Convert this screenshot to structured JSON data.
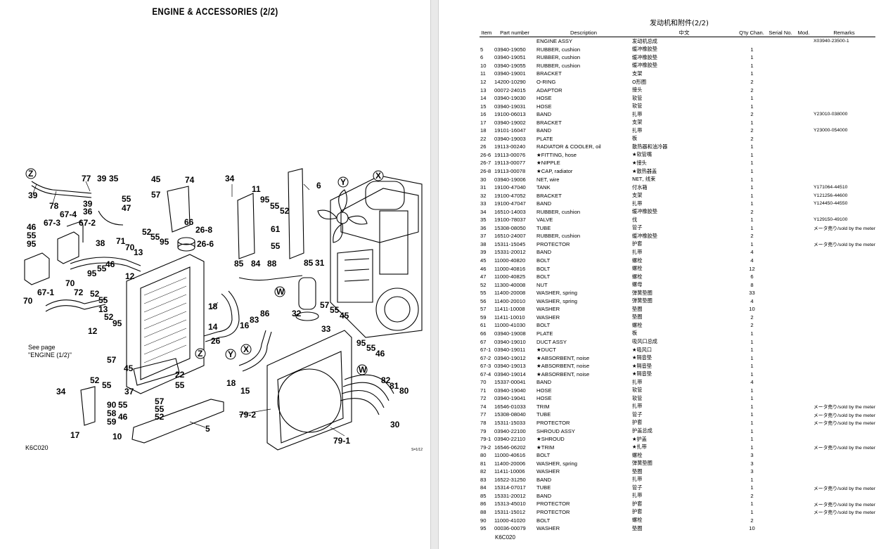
{
  "diagram": {
    "title": "ENGINE & ACCESSORIES (2/2)",
    "code": "K6C020",
    "stamp": "S=1/12",
    "see_page_line1": "See page",
    "see_page_line2": "\"ENGINE (1/2)\"",
    "callouts": [
      "Z",
      "X",
      "Y",
      "W"
    ],
    "labels": [
      "39",
      "78",
      "77",
      "39",
      "35",
      "55",
      "47",
      "39",
      "36",
      "67-4",
      "67-3",
      "67-2",
      "46",
      "55",
      "95",
      "38",
      "71",
      "70",
      "13",
      "12",
      "55",
      "95",
      "46",
      "67-1",
      "70",
      "72",
      "70",
      "52",
      "55",
      "13",
      "12",
      "52",
      "95",
      "52",
      "55",
      "95",
      "45",
      "57",
      "74",
      "66",
      "26-8",
      "26-6",
      "34",
      "11",
      "95",
      "55",
      "52",
      "61",
      "55",
      "6",
      "85",
      "84",
      "88",
      "85",
      "31",
      "32",
      "57",
      "55",
      "45",
      "33",
      "18",
      "14",
      "16",
      "83",
      "86",
      "26",
      "18",
      "15",
      "95",
      "55",
      "46",
      "22",
      "34",
      "52",
      "55",
      "57",
      "45",
      "37",
      "55",
      "57",
      "90",
      "58",
      "59",
      "55",
      "17",
      "10",
      "46",
      "52",
      "55",
      "5",
      "79-2",
      "79-1",
      "82",
      "81",
      "80",
      "30"
    ]
  },
  "table": {
    "title": "发动机和附件(2/2)",
    "headers": {
      "item": "Item",
      "part": "Part number",
      "desc": "Description",
      "zh": "中文",
      "qty": "Q'ty Chan.",
      "serial": "Serial No.",
      "mod": "Mod.",
      "remarks": "Remarks"
    },
    "rows": [
      {
        "item": "",
        "part": "",
        "desc": "ENGINE ASSY",
        "zh": "发动机总成",
        "qty": "",
        "remarks": "X03940-23500-1"
      },
      {
        "item": "5",
        "part": "03940-19050",
        "desc": "RUBBER, cushion",
        "zh": "缓冲橡胶垫",
        "qty": "1",
        "remarks": ""
      },
      {
        "item": "6",
        "part": "03940-19051",
        "desc": "RUBBER, cushion",
        "zh": "缓冲橡胶垫",
        "qty": "1",
        "remarks": ""
      },
      {
        "item": "10",
        "part": "03940-19055",
        "desc": "RUBBER, cushion",
        "zh": "缓冲橡胶垫",
        "qty": "1",
        "remarks": ""
      },
      {
        "item": "11",
        "part": "03940-19001",
        "desc": "BRACKET",
        "zh": "支架",
        "qty": "1",
        "remarks": ""
      },
      {
        "item": "12",
        "part": "14200-10290",
        "desc": "O-RING",
        "zh": "O形圈",
        "qty": "2",
        "remarks": ""
      },
      {
        "item": "13",
        "part": "00072-24015",
        "desc": "ADAPTOR",
        "zh": "接头",
        "qty": "2",
        "remarks": ""
      },
      {
        "item": "14",
        "part": "03940-19030",
        "desc": "HOSE",
        "zh": "软管",
        "qty": "1",
        "remarks": ""
      },
      {
        "item": "15",
        "part": "03940-19031",
        "desc": "HOSE",
        "zh": "软管",
        "qty": "1",
        "remarks": ""
      },
      {
        "item": "16",
        "part": "19100-06013",
        "desc": "BAND",
        "zh": "扎带",
        "qty": "2",
        "remarks": "Y23010-038000"
      },
      {
        "item": "17",
        "part": "03940-19002",
        "desc": "BRACKET",
        "zh": "支架",
        "qty": "1",
        "remarks": ""
      },
      {
        "item": "18",
        "part": "19101-16047",
        "desc": "BAND",
        "zh": "扎带",
        "qty": "2",
        "remarks": "Y23000-054000"
      },
      {
        "item": "22",
        "part": "03940-19003",
        "desc": "PLATE",
        "zh": "板",
        "qty": "2",
        "remarks": ""
      },
      {
        "item": "26",
        "part": "19113-00240",
        "desc": "RADIATOR & COOLER, oil",
        "zh": "散热器和油冷器",
        "qty": "1",
        "remarks": ""
      },
      {
        "item": "26-6",
        "part": "19113-00076",
        "desc": "★FITTING, hose",
        "zh": "★软管嘴",
        "qty": "1",
        "remarks": ""
      },
      {
        "item": "26-7",
        "part": "19113-00077",
        "desc": "★NIPPLE",
        "zh": "★接头",
        "qty": "1",
        "remarks": ""
      },
      {
        "item": "26-8",
        "part": "19113-00078",
        "desc": "★CAP, radiator",
        "zh": "★散热器盖",
        "qty": "1",
        "remarks": ""
      },
      {
        "item": "30",
        "part": "03940-19006",
        "desc": "NET, wire",
        "zh": "NET, 线束",
        "qty": "1",
        "remarks": ""
      },
      {
        "item": "31",
        "part": "19100-47040",
        "desc": "TANK",
        "zh": "付水箱",
        "qty": "1",
        "remarks": "Y171064-44510"
      },
      {
        "item": "32",
        "part": "19100-47052",
        "desc": "BRACKET",
        "zh": "支架",
        "qty": "1",
        "remarks": "Y121256-44600"
      },
      {
        "item": "33",
        "part": "19100-47047",
        "desc": "BAND",
        "zh": "扎带",
        "qty": "1",
        "remarks": "Y124450-44550"
      },
      {
        "item": "34",
        "part": "16510-14003",
        "desc": "RUBBER, cushion",
        "zh": "缓冲橡胶垫",
        "qty": "2",
        "remarks": ""
      },
      {
        "item": "35",
        "part": "19100-78037",
        "desc": "VALVE",
        "zh": "伐",
        "qty": "1",
        "remarks": "Y129150-49100"
      },
      {
        "item": "36",
        "part": "15308-08050",
        "desc": "TUBE",
        "zh": "管子",
        "qty": "1",
        "remarks": "メータ売り/sold by the meter"
      },
      {
        "item": "37",
        "part": "16510-24007",
        "desc": "RUBBER, cushion",
        "zh": "缓冲橡胶垫",
        "qty": "2",
        "remarks": ""
      },
      {
        "item": "38",
        "part": "15311-15045",
        "desc": "PROTECTOR",
        "zh": "护套",
        "qty": "1",
        "remarks": "メータ売り/sold by the meter"
      },
      {
        "item": "39",
        "part": "15331-20012",
        "desc": "BAND",
        "zh": "扎带",
        "qty": "4",
        "remarks": ""
      },
      {
        "item": "45",
        "part": "11000-40820",
        "desc": "BOLT",
        "zh": "螺栓",
        "qty": "4",
        "remarks": ""
      },
      {
        "item": "46",
        "part": "11000-40816",
        "desc": "BOLT",
        "zh": "螺栓",
        "qty": "12",
        "remarks": ""
      },
      {
        "item": "47",
        "part": "11000-40825",
        "desc": "BOLT",
        "zh": "螺栓",
        "qty": "6",
        "remarks": ""
      },
      {
        "item": "52",
        "part": "11300-40008",
        "desc": "NUT",
        "zh": "螺母",
        "qty": "8",
        "remarks": ""
      },
      {
        "item": "55",
        "part": "11400-20008",
        "desc": "WASHER, spring",
        "zh": "弹簧垫圈",
        "qty": "33",
        "remarks": ""
      },
      {
        "item": "56",
        "part": "11400-20010",
        "desc": "WASHER, spring",
        "zh": "弹簧垫圈",
        "qty": "4",
        "remarks": ""
      },
      {
        "item": "57",
        "part": "11411-10008",
        "desc": "WASHER",
        "zh": "垫圈",
        "qty": "10",
        "remarks": ""
      },
      {
        "item": "59",
        "part": "11411-10010",
        "desc": "WASHER",
        "zh": "垫圈",
        "qty": "2",
        "remarks": ""
      },
      {
        "item": "61",
        "part": "11000-41030",
        "desc": "BOLT",
        "zh": "螺栓",
        "qty": "2",
        "remarks": ""
      },
      {
        "item": "66",
        "part": "03940-19008",
        "desc": "PLATE",
        "zh": "板",
        "qty": "1",
        "remarks": ""
      },
      {
        "item": "67",
        "part": "03940-19010",
        "desc": "DUCT ASSY",
        "zh": "吸风口总成",
        "qty": "1",
        "remarks": ""
      },
      {
        "item": "67-1",
        "part": "03940-19011",
        "desc": "★DUCT",
        "zh": "★吸风口",
        "qty": "1",
        "remarks": ""
      },
      {
        "item": "67-2",
        "part": "03940-19012",
        "desc": "★ABSORBENT, noise",
        "zh": "★隔音垫",
        "qty": "1",
        "remarks": ""
      },
      {
        "item": "67-3",
        "part": "03940-19013",
        "desc": "★ABSORBENT, noise",
        "zh": "★隔音垫",
        "qty": "1",
        "remarks": ""
      },
      {
        "item": "67-4",
        "part": "03940-19014",
        "desc": "★ABSORBENT, noise",
        "zh": "★隔音垫",
        "qty": "1",
        "remarks": ""
      },
      {
        "item": "70",
        "part": "15337-00041",
        "desc": "BAND",
        "zh": "扎带",
        "qty": "4",
        "remarks": ""
      },
      {
        "item": "71",
        "part": "03940-19040",
        "desc": "HOSE",
        "zh": "软管",
        "qty": "1",
        "remarks": ""
      },
      {
        "item": "72",
        "part": "03940-19041",
        "desc": "HOSE",
        "zh": "软管",
        "qty": "1",
        "remarks": ""
      },
      {
        "item": "74",
        "part": "16546-01033",
        "desc": "TRIM",
        "zh": "扎带",
        "qty": "1",
        "remarks": "メータ売り/sold by the meter"
      },
      {
        "item": "77",
        "part": "15308-08040",
        "desc": "TUBE",
        "zh": "管子",
        "qty": "1",
        "remarks": "メータ売り/sold by the meter"
      },
      {
        "item": "78",
        "part": "15311-15033",
        "desc": "PROTECTOR",
        "zh": "护套",
        "qty": "1",
        "remarks": "メータ売り/sold by the meter"
      },
      {
        "item": "79",
        "part": "03940-22100",
        "desc": "SHROUD ASSY",
        "zh": "护盖总成",
        "qty": "1",
        "remarks": ""
      },
      {
        "item": "79-1",
        "part": "03940-22110",
        "desc": "★SHROUD",
        "zh": "★护盖",
        "qty": "1",
        "remarks": ""
      },
      {
        "item": "79-2",
        "part": "16546-06202",
        "desc": "★TRIM",
        "zh": "★扎带",
        "qty": "1",
        "remarks": "メータ売り/sold by the meter"
      },
      {
        "item": "80",
        "part": "11000-40616",
        "desc": "BOLT",
        "zh": "螺栓",
        "qty": "3",
        "remarks": ""
      },
      {
        "item": "81",
        "part": "11400-20006",
        "desc": "WASHER, spring",
        "zh": "弹簧垫圈",
        "qty": "3",
        "remarks": ""
      },
      {
        "item": "82",
        "part": "11411-10006",
        "desc": "WASHER",
        "zh": "垫圈",
        "qty": "3",
        "remarks": ""
      },
      {
        "item": "83",
        "part": "16522-31250",
        "desc": "BAND",
        "zh": "扎带",
        "qty": "1",
        "remarks": ""
      },
      {
        "item": "84",
        "part": "15314-07017",
        "desc": "TUBE",
        "zh": "管子",
        "qty": "1",
        "remarks": "メータ売り/sold by the meter"
      },
      {
        "item": "85",
        "part": "15331-20012",
        "desc": "BAND",
        "zh": "扎带",
        "qty": "2",
        "remarks": ""
      },
      {
        "item": "86",
        "part": "15313-45010",
        "desc": "PROTECTOR",
        "zh": "护套",
        "qty": "1",
        "remarks": "メータ売り/sold by the meter"
      },
      {
        "item": "88",
        "part": "15311-15012",
        "desc": "PROTECTOR",
        "zh": "护套",
        "qty": "1",
        "remarks": "メータ売り/sold by the meter"
      },
      {
        "item": "90",
        "part": "11000-41020",
        "desc": "BOLT",
        "zh": "螺栓",
        "qty": "2",
        "remarks": ""
      },
      {
        "item": "95",
        "part": "00036-00079",
        "desc": "WASHER",
        "zh": "垫圈",
        "qty": "10",
        "remarks": ""
      }
    ],
    "footer_code": "K6C020"
  }
}
